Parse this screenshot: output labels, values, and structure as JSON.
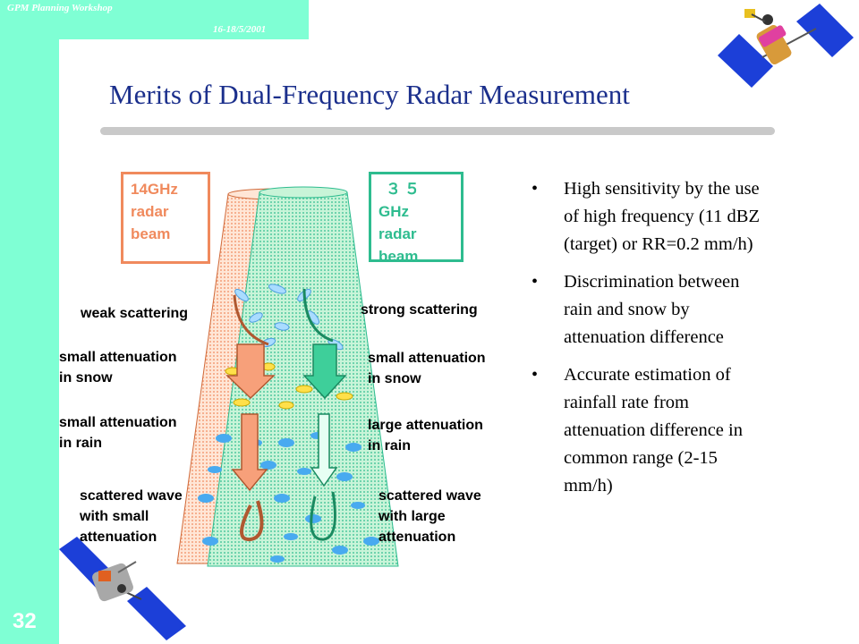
{
  "header": {
    "workshop": "GPM Planning Workshop",
    "date": "16-18/5/2001"
  },
  "page_number": "32",
  "title": "Merits of Dual-Frequency Radar Measurement",
  "beam_labels": {
    "ku": [
      "14GHz",
      "radar",
      "beam"
    ],
    "ka": [
      "３５",
      "GHz",
      "radar",
      "beam"
    ]
  },
  "captions_left": {
    "weak": "weak scattering",
    "snow": [
      "small attenuation",
      "in snow"
    ],
    "rain": [
      "small attenuation",
      "in rain"
    ],
    "wave": [
      "scattered wave",
      "with small",
      "attenuation"
    ]
  },
  "captions_right": {
    "strong": "strong scattering",
    "snow": [
      "small attenuation",
      "in snow"
    ],
    "rain": [
      "large attenuation",
      "in rain"
    ],
    "wave": [
      "scattered wave",
      "with large",
      "attenuation"
    ]
  },
  "bullets": [
    [
      "High sensitivity by the use",
      "of high frequency (11 dBZ",
      "(target) or RR=0.2 mm/h)"
    ],
    [
      "Discrimination between",
      "rain and snow by",
      "attenuation difference"
    ],
    [
      "Accurate estimation of",
      "rainfall rate from",
      "attenuation difference  in",
      "common range (2-15",
      "mm/h)"
    ]
  ],
  "colors": {
    "sidebar": "#7fffd4",
    "title": "#1b2f8c",
    "ku_beam": "#f08a5d",
    "ka_beam": "#2ebc8f"
  }
}
